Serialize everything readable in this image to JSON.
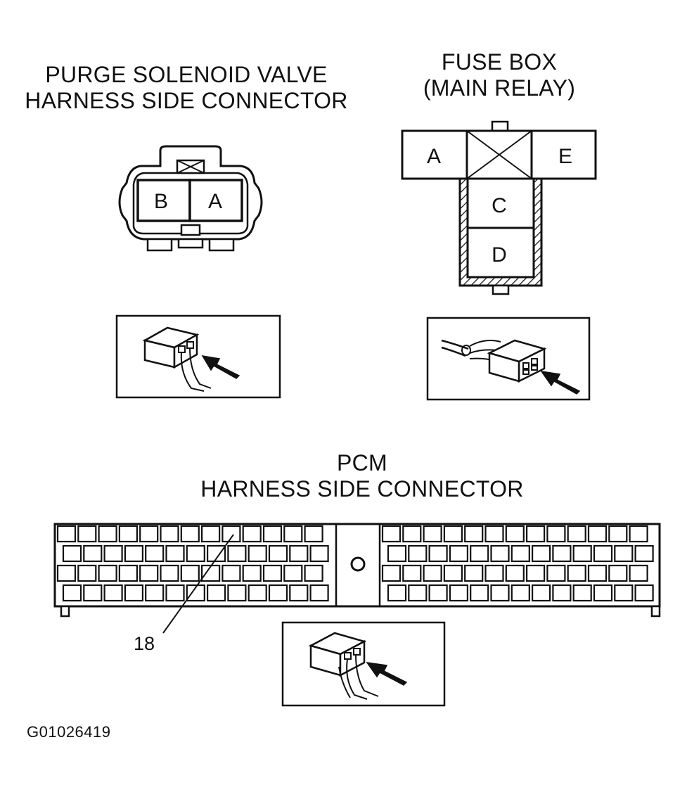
{
  "purge_connector": {
    "title_line1": "PURGE SOLENOID VALVE",
    "title_line2": "HARNESS SIDE CONNECTOR",
    "pins": [
      "B",
      "A"
    ]
  },
  "fuse_box": {
    "title_line1": "FUSE BOX",
    "title_line2": "(MAIN RELAY)",
    "terminals": {
      "a": "A",
      "e": "E",
      "c": "C",
      "d": "D"
    }
  },
  "pcm_connector": {
    "title_line1": "PCM",
    "title_line2": "HARNESS SIDE CONNECTOR",
    "pin_callout": "18"
  },
  "diagram_id": "G01026419"
}
